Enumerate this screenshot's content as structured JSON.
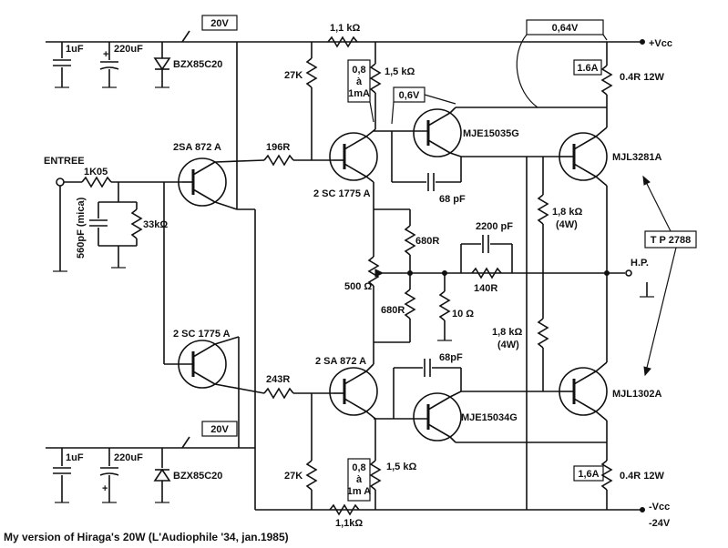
{
  "caption": "My version of Hiraga's 20W (L'Audiophile '34, jan.1985)",
  "rails": {
    "top_voltage_box": "20V",
    "bottom_voltage_box": "20V",
    "vcc_pos": "+Vcc",
    "vcc_neg": "-Vcc",
    "vcc_neg_value": "-24V",
    "bias_box": "0,64V"
  },
  "input": {
    "label": "ENTREE"
  },
  "output": {
    "label": "H.P."
  },
  "transistors": {
    "q_input_top": "2SA 872 A",
    "q_input_bottom": "2 SC 1775 A",
    "q_vas_top": "2 SC 1775 A",
    "q_vas_bottom": "2 SA 872 A",
    "q_driver_top": "MJE15035G",
    "q_driver_bottom": "MJE15034G",
    "q_out_top": "MJL3281A",
    "q_out_bottom": "MJL1302A",
    "tp_box": "T P 2788"
  },
  "components": {
    "c_top_1": "1uF",
    "c_top_2": "220uF",
    "z_top": "BZX85C20",
    "c_bot_1": "1uF",
    "c_bot_2": "220uF",
    "z_bot": "BZX85C20",
    "r_in": "1K05",
    "c_in": "560pF (mica)",
    "r_in_gnd": "33kΩ",
    "r_top_196": "196R",
    "r_bot_243": "243R",
    "r_top_1k1": "1,1 kΩ",
    "r_bot_1k1": "1,1kΩ",
    "r_top_27k": "27K",
    "r_bot_27k": "27K",
    "r_top_1k5": "1,5 kΩ",
    "r_bot_1k5": "1,5 kΩ",
    "box_top_08": "0,8",
    "box_top_a": "à",
    "box_top_1ma": "1mA",
    "box_bot_08": "0,8",
    "box_bot_a": "à",
    "box_bot_1ma": "1m A",
    "box_06v": "0,6V",
    "c_68_top": "68 pF",
    "c_68_bot": "68pF",
    "r_680_top": "680R",
    "r_680_bot": "680R",
    "pot_500": "500 Ω",
    "r_10": "10 Ω",
    "c_2200": "2200 pF",
    "r_140": "140R",
    "r_1k8_top": "1,8 kΩ",
    "r_1k8_top_w": "(4W)",
    "r_1k8_bot": "1,8 kΩ",
    "r_1k8_bot_w": "(4W)",
    "box_16a_top": "1.6A",
    "box_16a_bot": "1,6A",
    "r_emit_top": "0.4R 12W",
    "r_emit_bot": "0.4R 12W"
  }
}
